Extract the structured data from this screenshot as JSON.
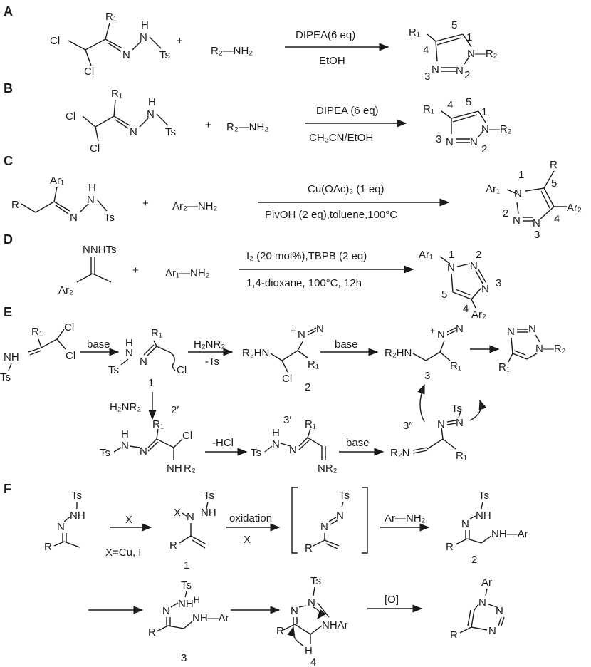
{
  "panels": {
    "A": {
      "label": "A",
      "reagent_plus": "+",
      "amine": "R₂—NH₂",
      "cond_top": "DIPEA(6 eq)",
      "cond_bottom": "EtOH"
    },
    "B": {
      "label": "B",
      "reagent_plus": "+",
      "amine": "R₂—NH₂",
      "cond_top": "DIPEA (6 eq)",
      "cond_bottom": "CH₃CN/EtOH"
    },
    "C": {
      "label": "C",
      "reagent_plus": "+",
      "amine": "Ar₂—NH₂",
      "cond_top": "Cu(OAc)₂ (1 eq)",
      "cond_bottom": "PivOH (2 eq),toluene,100°C"
    },
    "D": {
      "label": "D",
      "reagent_plus": "+",
      "amine": "Ar₁—NH₂",
      "substrate": "NNHTs",
      "cond_top": "I₂ (20 mol%),TBPB (2 eq)",
      "cond_bottom": "1,4-dioxane, 100°C, 12h"
    },
    "E": {
      "label": "E",
      "step1_top": "base",
      "step2_top": "H₂NR₂",
      "step2_bottom": "-Ts",
      "step3_top": "base",
      "down_label": "H₂NR₂",
      "elim_label": "-HCl",
      "base2_label": "base",
      "cmpd_1": "1",
      "cmpd_2": "2",
      "cmpd_3": "3",
      "cmpd_2p": "2′",
      "cmpd_3p": "3′",
      "cmpd_3pp": "3″"
    },
    "F": {
      "label": "F",
      "step1_top": "X",
      "metal_note": "X=Cu, I",
      "step2_top": "oxidation",
      "step2_bottom": "X",
      "step3_top": "Ar—NH₂",
      "step6_top": "[O]",
      "cmpd_1": "1",
      "cmpd_2": "2",
      "cmpd_3": "3",
      "cmpd_4": "4"
    }
  },
  "atoms": {
    "Cl": "Cl",
    "Ts": "Ts",
    "N": "N",
    "H": "H",
    "NH": "NH",
    "R": "R",
    "R1": "R₁",
    "R2": "R₂",
    "Ar": "Ar",
    "Ar1": "Ar₁",
    "Ar2": "Ar₂",
    "N_R2": "N—R₂",
    "N_Ar": "NH—Ar",
    "R2HN": "R₂HN",
    "NR2": "NR₂",
    "R2N": "R₂N",
    "NHAr": "NHAr",
    "plusN": "+",
    "Neq": "N"
  },
  "ring_numbers": [
    "1",
    "2",
    "3",
    "4",
    "5"
  ]
}
